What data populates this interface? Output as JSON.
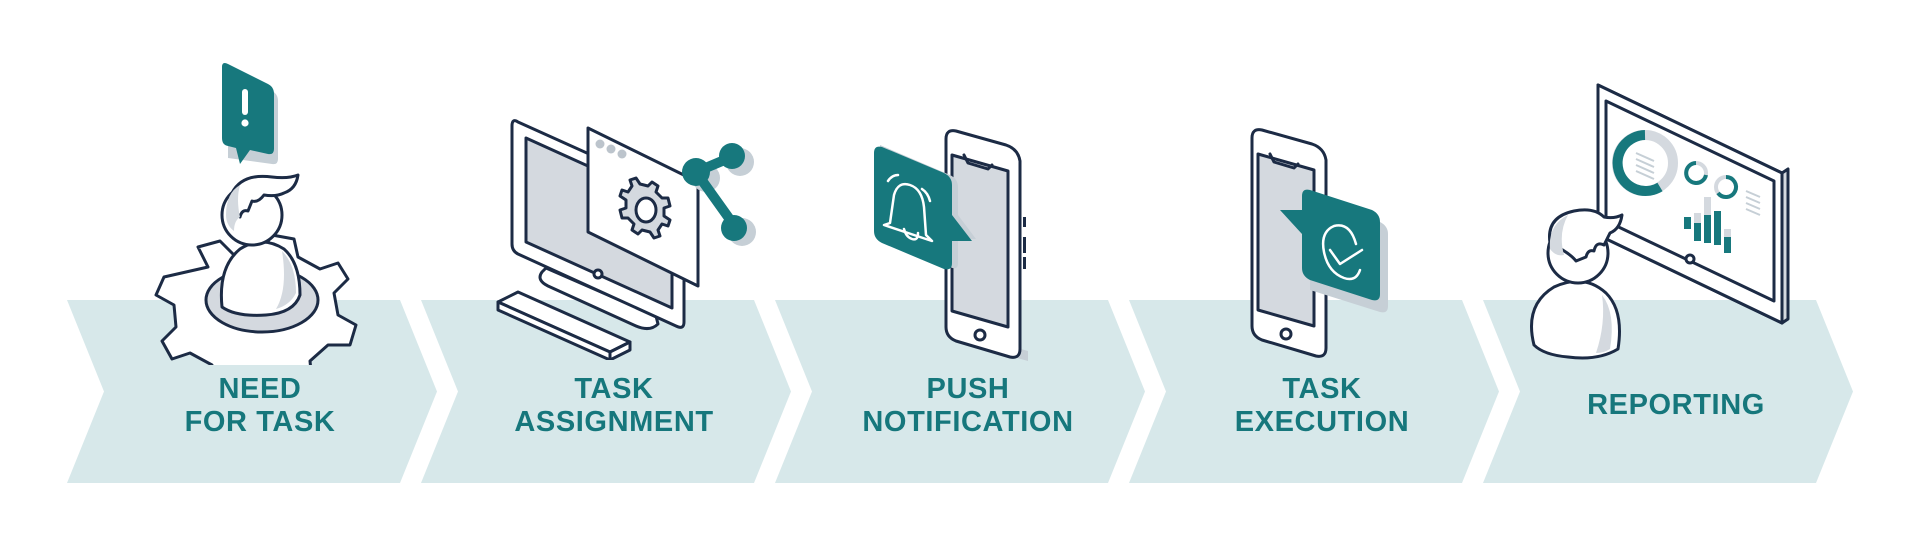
{
  "diagram": {
    "type": "process-flow",
    "colors": {
      "arrow_fill": "#d7e8ea",
      "text": "#16777c",
      "accent": "#17787d",
      "outline": "#1c2b45",
      "shadow": "#c6cfd6",
      "screen": "#d4d9df",
      "background": "#ffffff"
    },
    "steps": [
      {
        "id": "need-for-task",
        "lines": [
          "NEED",
          "FOR TASK"
        ],
        "icon": "person-gear-alert-icon"
      },
      {
        "id": "task-assignment",
        "lines": [
          "TASK",
          "ASSIGNMENT"
        ],
        "icon": "computer-gear-share-icon"
      },
      {
        "id": "push-notification",
        "lines": [
          "PUSH",
          "NOTIFICATION"
        ],
        "icon": "phone-bell-icon"
      },
      {
        "id": "task-execution",
        "lines": [
          "TASK",
          "EXECUTION"
        ],
        "icon": "phone-check-icon"
      },
      {
        "id": "reporting",
        "lines": [
          "REPORTING"
        ],
        "icon": "person-dashboard-icon"
      }
    ]
  }
}
